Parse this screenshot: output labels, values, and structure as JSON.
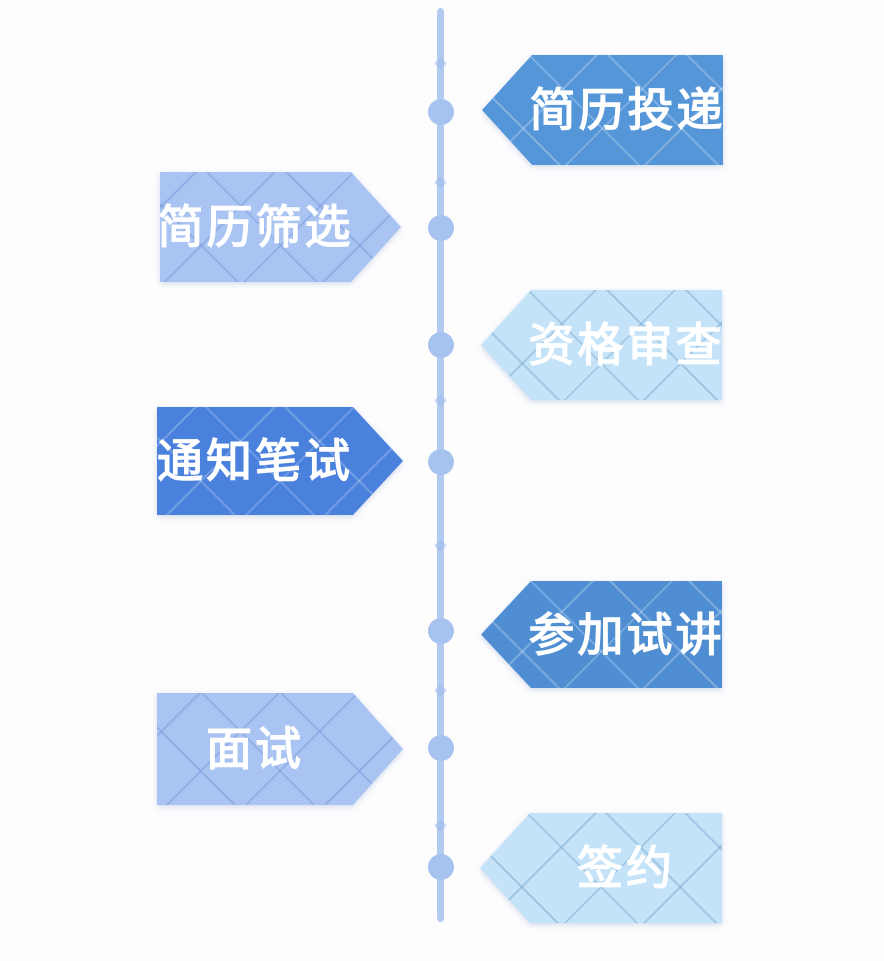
{
  "figure": {
    "type": "vertical-timeline-flowchart",
    "background_color": "#fdfdfe",
    "text_color": "#ffffff"
  },
  "timeline": {
    "line_color": "#b3cbf0",
    "node_color": "#a6c3ef",
    "node_count": 7
  },
  "palette": {
    "medium_blue": "#5596d8",
    "medium_blue_2": "#4f8ed3",
    "dark_blue": "#4a81dd",
    "light_periwinkle": "#a9c4f2",
    "pale_sky_blue": "#c4e3f8"
  },
  "steps": [
    {
      "label": "简历投递",
      "side": "right",
      "color": "#5596d8"
    },
    {
      "label": "简历筛选",
      "side": "left",
      "color": "#a9c4f2"
    },
    {
      "label": "资格审查",
      "side": "right",
      "color": "#c4e3f8"
    },
    {
      "label": "通知笔试",
      "side": "left",
      "color": "#4a81dd"
    },
    {
      "label": "参加试讲",
      "side": "right",
      "color": "#4f8ed3"
    },
    {
      "label": "面试",
      "side": "left",
      "color": "#a9c4f2"
    },
    {
      "label": "签约",
      "side": "right",
      "color": "#c4e3f8"
    }
  ]
}
